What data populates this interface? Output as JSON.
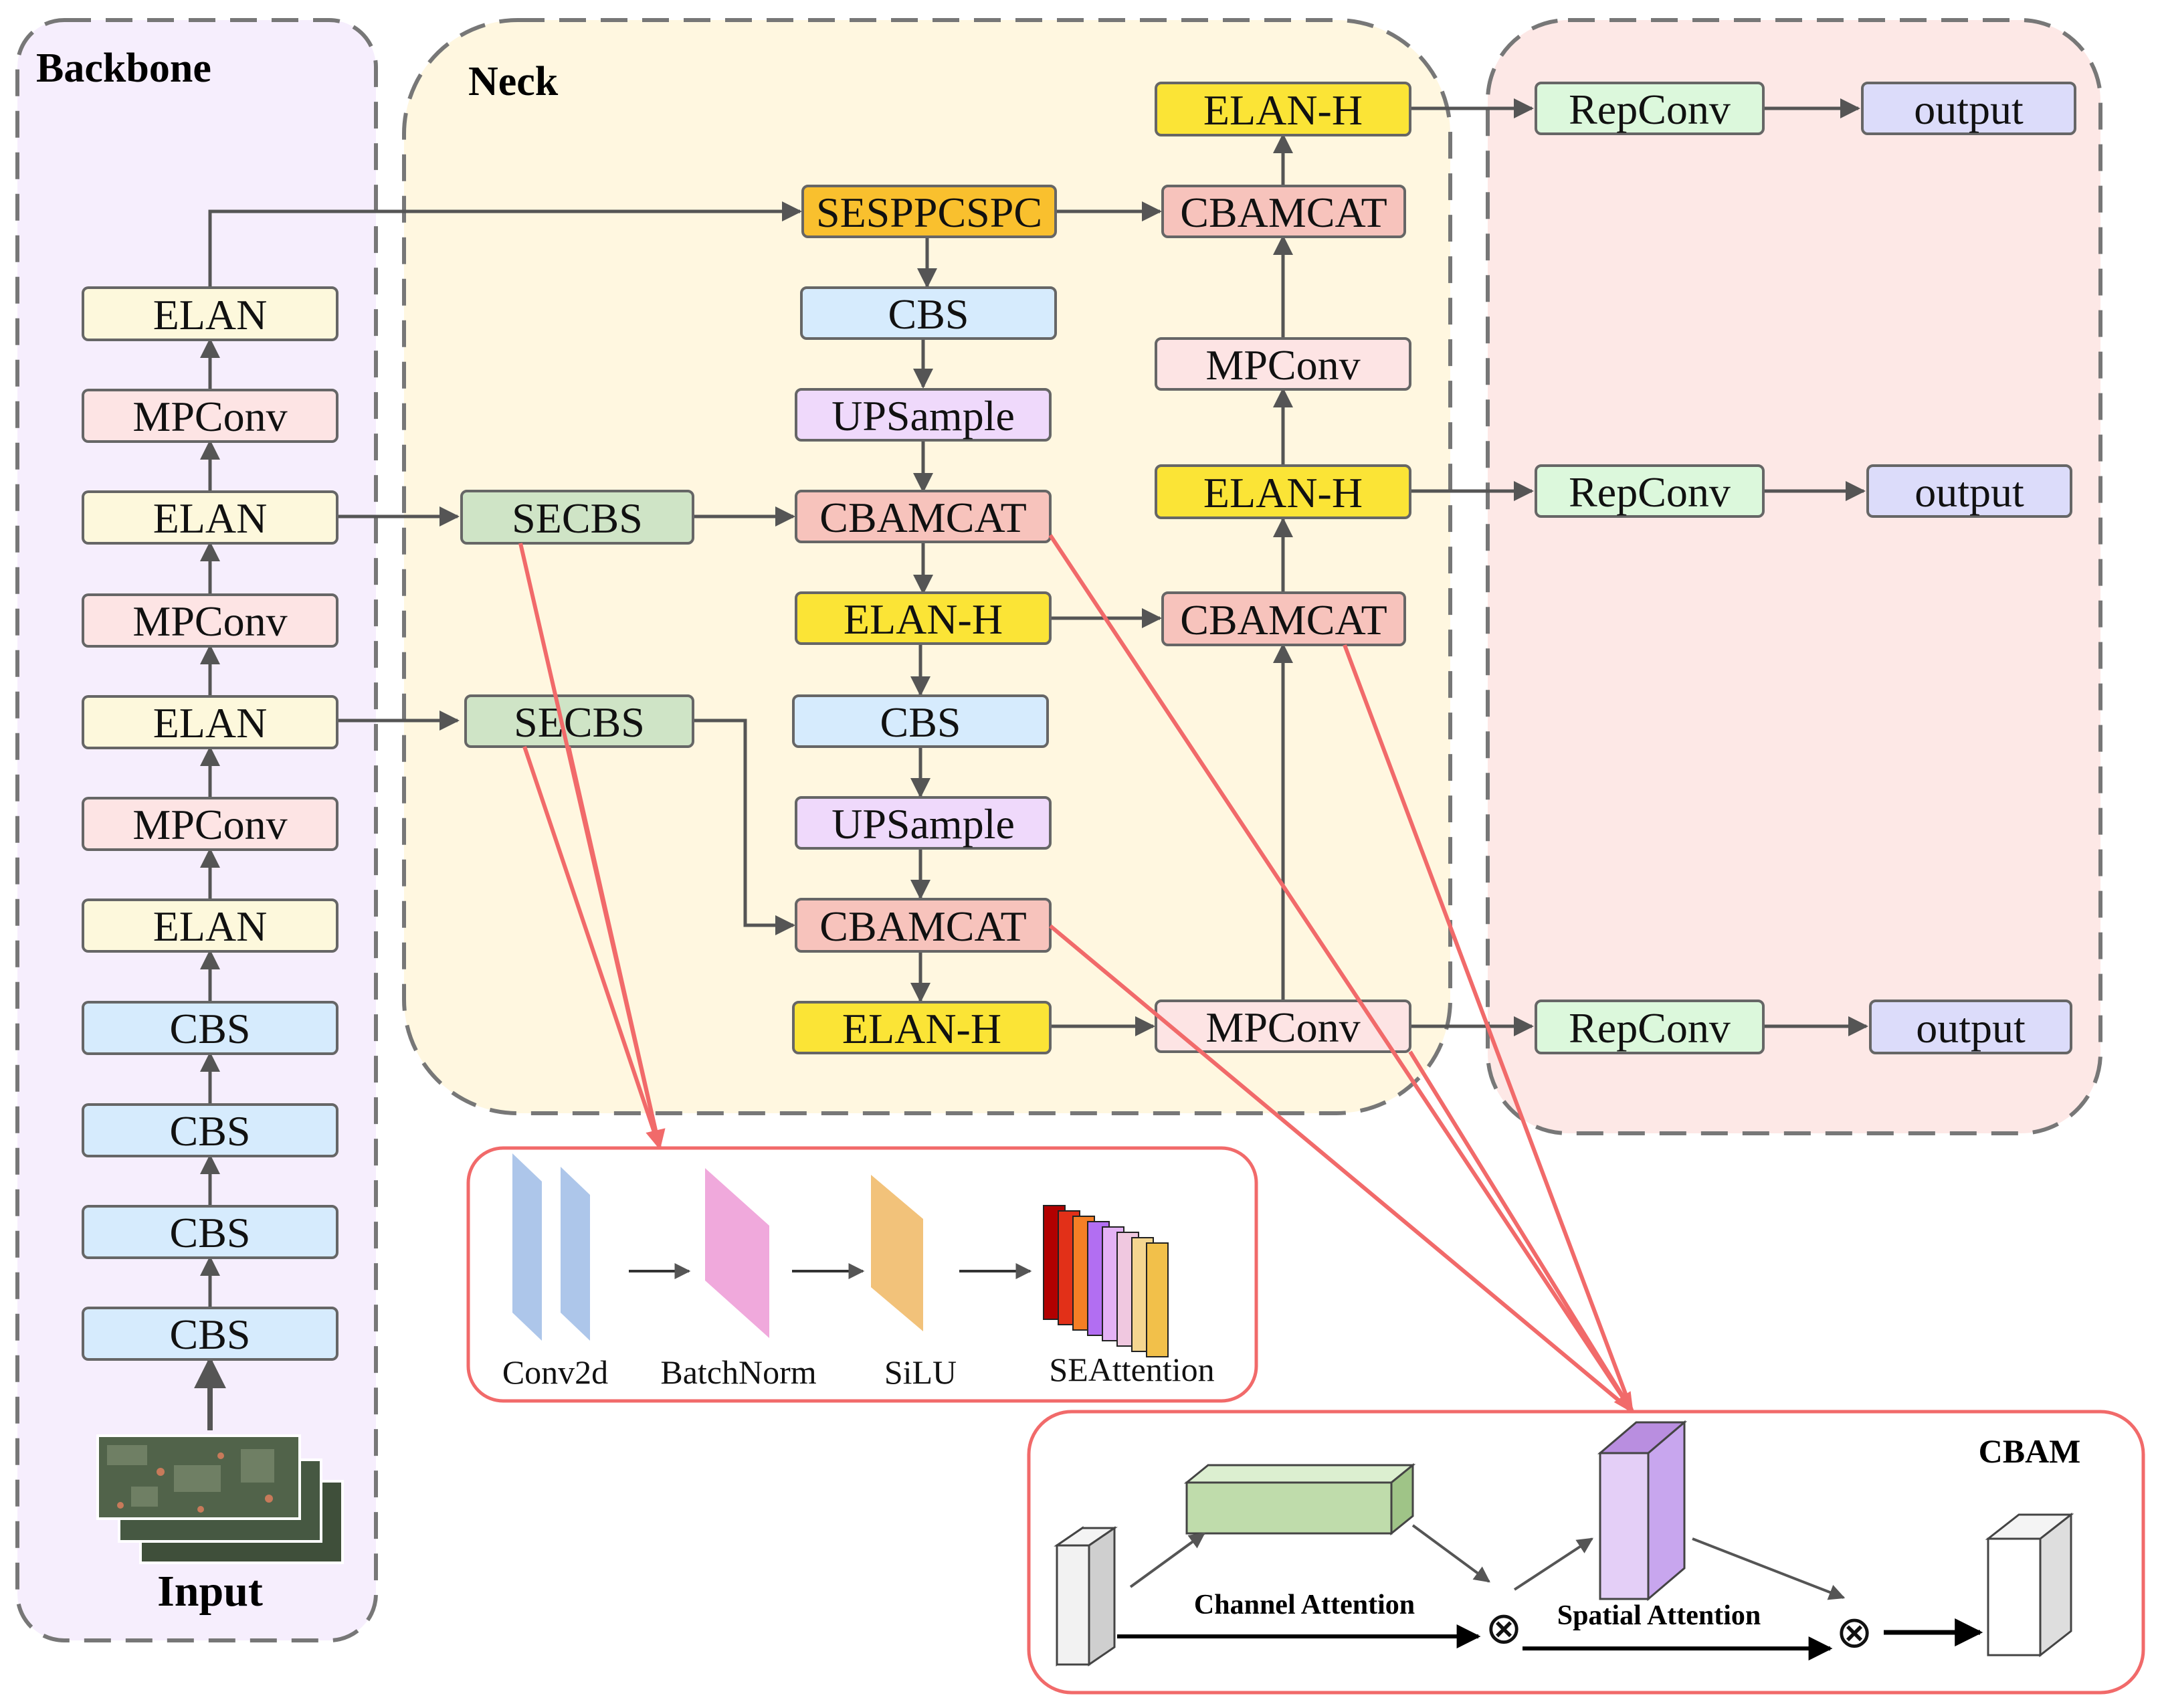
{
  "sections": {
    "backbone": "Backbone",
    "neck": "Neck",
    "input": "Input",
    "cbam": "CBAM"
  },
  "colors": {
    "backbone_bg": "#f6eefd",
    "neck_bg": "#fff7e0",
    "head_bg": "#fde8e6",
    "elan": "#fdf8dc",
    "mpconv": "#fde4e4",
    "cbs": "#d6ebfd",
    "secbs": "#cfe4c6",
    "sesppcspc": "#f9c02e",
    "cbamcat": "#f7c3bc",
    "elanh": "#fbe436",
    "upsample": "#efd9fb",
    "repconv": "#dcf8dc",
    "output": "#dcdcfa",
    "callout": "#f16a6a",
    "arrow": "#555555"
  },
  "backbone": {
    "blocks": [
      "ELAN",
      "MPConv",
      "ELAN",
      "MPConv",
      "ELAN",
      "MPConv",
      "ELAN",
      "CBS",
      "CBS",
      "CBS",
      "CBS"
    ]
  },
  "neck": {
    "secbs_1": "SECBS",
    "secbs_2": "SECBS",
    "sesppcspc": "SESPPCSPC",
    "cbs_1": "CBS",
    "upsample_1": "UPSample",
    "cbamcat_1": "CBAMCAT",
    "elanh_1": "ELAN-H",
    "cbs_2": "CBS",
    "upsample_2": "UPSample",
    "cbamcat_2": "CBAMCAT",
    "elanh_2": "ELAN-H",
    "mpconv_bottom": "MPConv",
    "cbamcat_3": "CBAMCAT",
    "elanh_3": "ELAN-H",
    "mpconv_right": "MPConv",
    "cbamcat_4": "CBAMCAT",
    "elanh_4": "ELAN-H"
  },
  "head": {
    "repconv_1": "RepConv",
    "repconv_2": "RepConv",
    "repconv_3": "RepConv",
    "output_1": "output",
    "output_2": "output",
    "output_3": "output"
  },
  "secbs_detail": {
    "labels": [
      "Conv2d",
      "BatchNorm",
      "SiLU",
      "SEAttention"
    ]
  },
  "cbam_detail": {
    "channel_attention": "Channel  Attention",
    "spatial_attention": "Spatial  Attention",
    "op_symbol": "⊗"
  }
}
